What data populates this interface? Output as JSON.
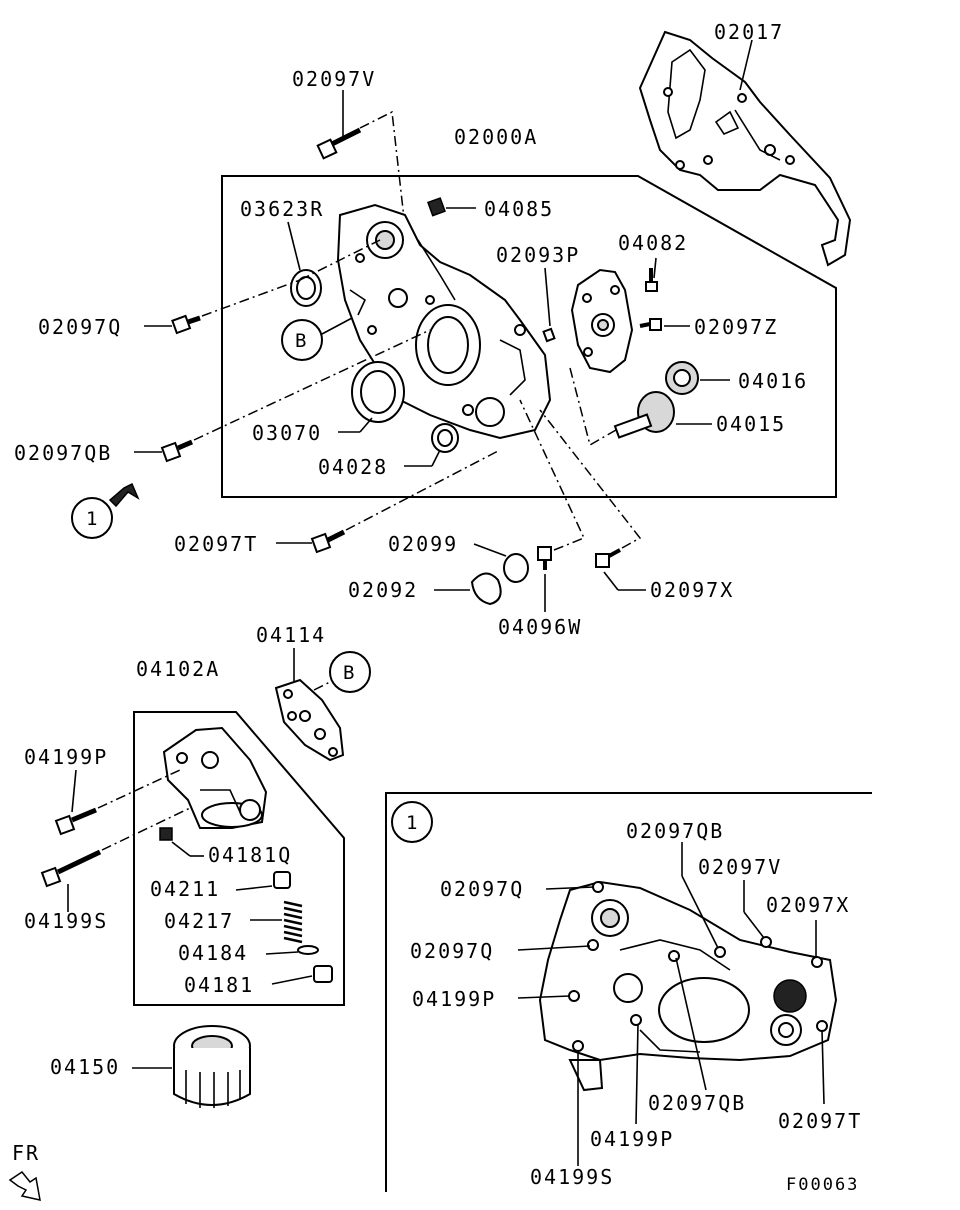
{
  "labels": {
    "p02017": "02017",
    "p02097V": "02097V",
    "p02000A": "02000A",
    "p03623R": "03623R",
    "p04085": "04085",
    "p02093P": "02093P",
    "p04082": "04082",
    "p02097Q": "02097Q",
    "p02097Z": "02097Z",
    "p04016": "04016",
    "p04015": "04015",
    "p03070": "03070",
    "p02097QB": "02097QB",
    "p04028": "04028",
    "p02097T": "02097T",
    "p02099": "02099",
    "p02092": "02092",
    "p02097X": "02097X",
    "p04096W": "04096W",
    "p04114": "04114",
    "p04102A": "04102A",
    "p04199P": "04199P",
    "p04181Q": "04181Q",
    "p04211": "04211",
    "p04217": "04217",
    "p04199S": "04199S",
    "p04184": "04184",
    "p04181": "04181",
    "p04150": "04150"
  },
  "detail": {
    "callout": "1",
    "l02097QB_top": "02097QB",
    "l02097V": "02097V",
    "l02097Q_a": "02097Q",
    "l02097X": "02097X",
    "l02097Q_b": "02097Q",
    "l04199P_left": "04199P",
    "l02097QB_bottom": "02097QB",
    "l02097T": "02097T",
    "l04199P_bottom": "04199P",
    "l04199S": "04199S"
  },
  "callouts": {
    "b1": "B",
    "b2": "B",
    "one": "1"
  },
  "orientation": "FR",
  "figure_code": "F00063",
  "colors": {
    "line": "#000000",
    "background": "#ffffff"
  }
}
